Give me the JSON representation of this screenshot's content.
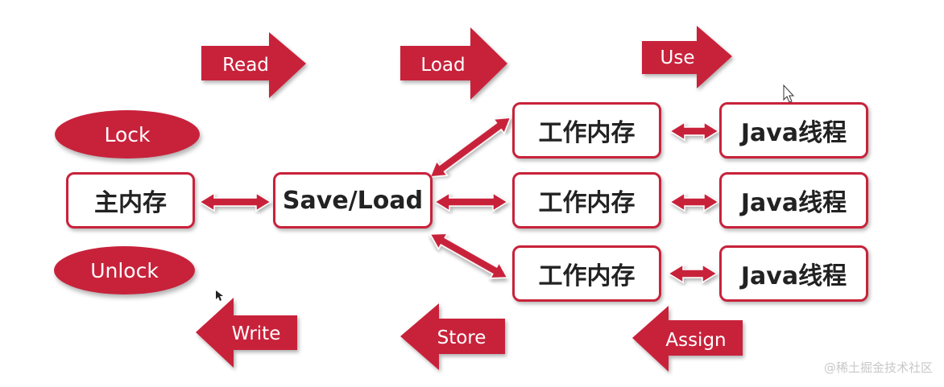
{
  "colors": {
    "accent": "#c8223b",
    "box_fill": "#ffffff",
    "text_dark": "#222222"
  },
  "operations_top": [
    {
      "label": "Read"
    },
    {
      "label": "Load"
    },
    {
      "label": "Use"
    }
  ],
  "operations_bottom": [
    {
      "label": "Write"
    },
    {
      "label": "Store"
    },
    {
      "label": "Assign"
    }
  ],
  "locks": {
    "lock": "Lock",
    "unlock": "Unlock"
  },
  "main_memory": "主内存",
  "save_load": "Save/Load",
  "work_memories": [
    "工作内存",
    "工作内存",
    "工作内存"
  ],
  "java_threads": [
    "Java线程",
    "Java线程",
    "Java线程"
  ],
  "watermark": "@稀土掘金技术社区"
}
